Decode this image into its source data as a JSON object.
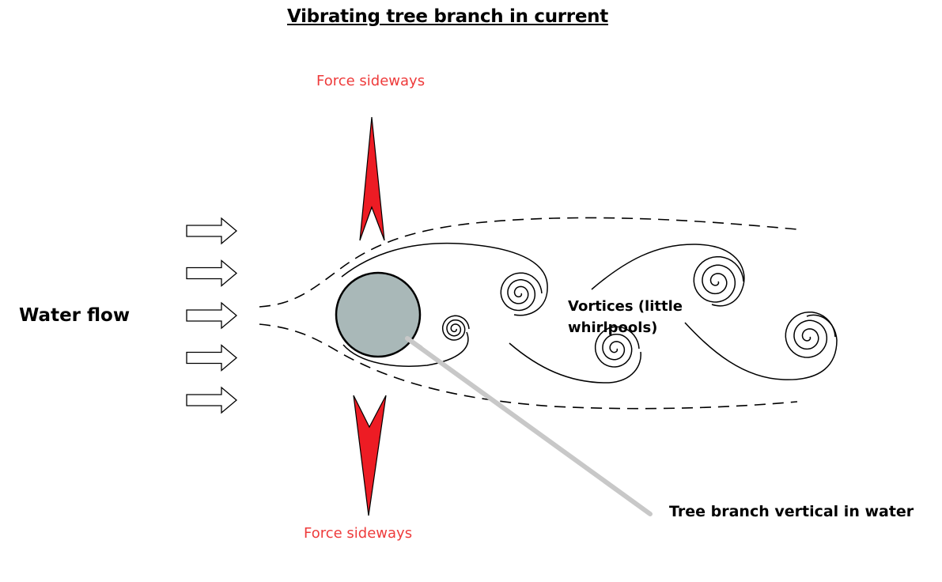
{
  "title": "Vibrating tree branch in current",
  "labels": {
    "force_top": "Force sideways",
    "force_bottom": "Force sideways",
    "water_flow": "Water flow",
    "vortices": "Vortices (little whirlpools)",
    "branch": "Tree branch vertical in water"
  },
  "colors": {
    "force_text": "#ee3b3b",
    "force_arrow": "#ed1c24",
    "branch_fill": "#a9b8b8",
    "branch_stick": "#c8c8c8",
    "line": "#000000"
  },
  "flow_arrow_count": 5
}
